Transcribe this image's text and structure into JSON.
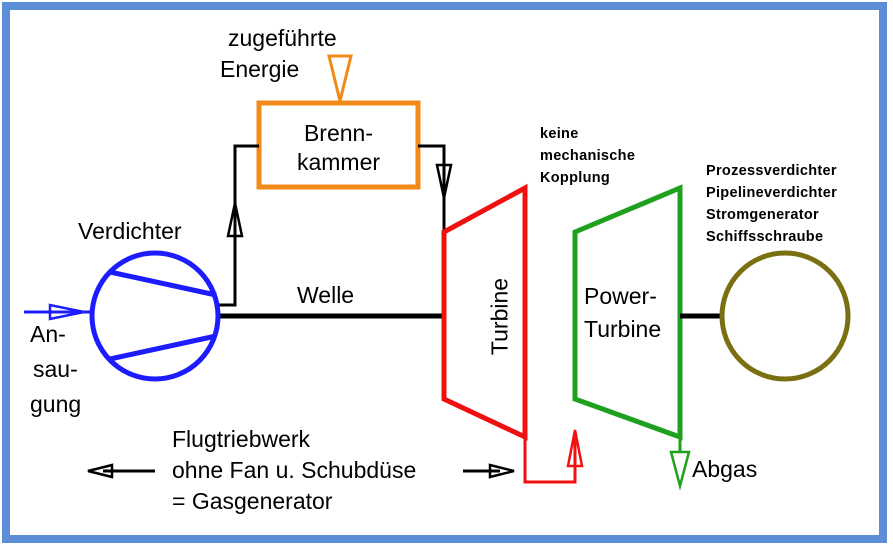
{
  "labels": {
    "energy_line1": "zugeführte",
    "energy_line2": "Energie",
    "chamber_line1": "Brenn-",
    "chamber_line2": "kammer",
    "compressor": "Verdichter",
    "intake_line1": "An-",
    "intake_line2": "sau-",
    "intake_line3": "gung",
    "shaft": "Welle",
    "turbine": "Turbine",
    "coupling_line1": "keine",
    "coupling_line2": "mechanische",
    "coupling_line3": "Kopplung",
    "power_turbine_line1": "Power-",
    "power_turbine_line2": "Turbine",
    "loads": [
      "Prozessverdichter",
      "Pipelineverdichter",
      "Stromgenerator",
      "Schiffsschraube"
    ],
    "gasgen_line1": "Flugtriebwerk",
    "gasgen_line2": "ohne Fan u. Schubdüse",
    "gasgen_line3": "= Gasgenerator",
    "exhaust": "Abgas"
  },
  "colors": {
    "frame": "#5b8ed6",
    "blue": "#1c1cff",
    "orange": "#f28a1a",
    "red": "#f01010",
    "green": "#1fa01f",
    "olive": "#7a7012"
  }
}
